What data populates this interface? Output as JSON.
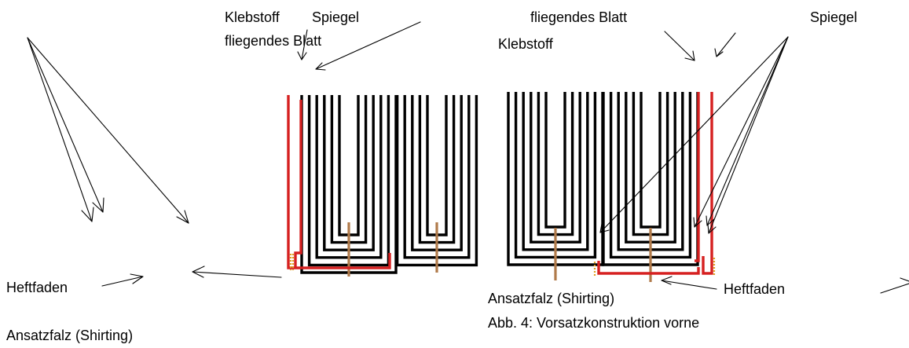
{
  "labels": {
    "left_klebstoff": "Klebstoff",
    "left_spiegel": "Spiegel",
    "left_fliegendes_blatt": "fliegendes Blatt",
    "right_fliegendes_blatt": "fliegendes Blatt",
    "right_spiegel": "Spiegel",
    "right_klebstoff": "Klebstoff",
    "left_heftfaden": "Heftfaden",
    "left_ansatzfalz": "Ansatzfalz (Shirting)",
    "right_ansatzfalz": "Ansatzfalz (Shirting)",
    "right_heftfaden": "Heftfaden",
    "caption": "Abb. 4: Vorsatzkonstruktion vorne"
  },
  "colors": {
    "paper": "#000000",
    "endpaper": "#d62020",
    "thread": "#b07a4a",
    "adhesive": "#e0a020",
    "arrow": "#000000"
  }
}
